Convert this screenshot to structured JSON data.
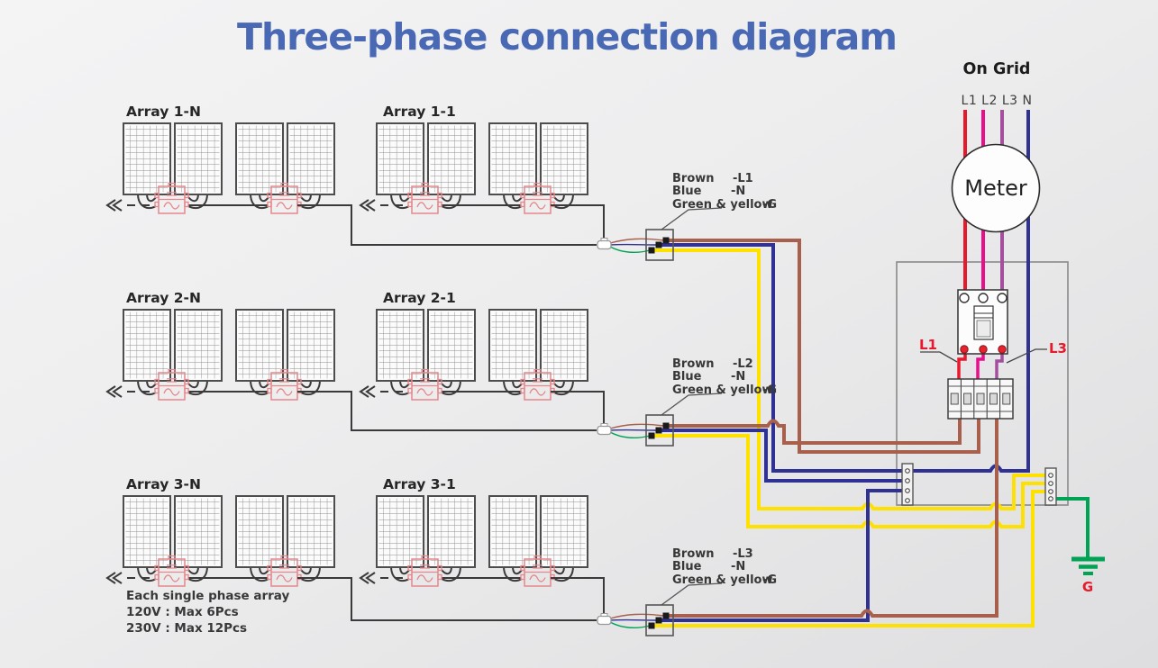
{
  "title": "Three-phase connection diagram",
  "colors": {
    "title_blue": "#4a69b4",
    "wire_red": "#e8192c",
    "wire_magenta": "#eb0d8c",
    "wire_purple": "#a44f9d",
    "wire_navy": "#2f3193",
    "wire_brown": "#a8604c",
    "wire_yellow": "#ffe100",
    "wire_green": "#00a353",
    "inverter_pink": "#e5878b",
    "diagram_line": "#3a3a3a",
    "label_red": "#e8192c"
  },
  "arrays": [
    {
      "label": "Array 1-N"
    },
    {
      "label": "Array 1-1"
    },
    {
      "label": "Array 2-N"
    },
    {
      "label": "Array 2-1"
    },
    {
      "label": "Array 3-N"
    },
    {
      "label": "Array 3-1"
    }
  ],
  "junctions": [
    {
      "wires": [
        {
          "name": "Brown",
          "code": "-L1"
        },
        {
          "name": "Blue",
          "code": "-N"
        },
        {
          "name": "Green & yellow",
          "code": "-G"
        }
      ]
    },
    {
      "wires": [
        {
          "name": "Brown",
          "code": "-L2"
        },
        {
          "name": "Blue",
          "code": "-N"
        },
        {
          "name": "Green & yellow",
          "code": "-G"
        }
      ]
    },
    {
      "wires": [
        {
          "name": "Brown",
          "code": "-L3"
        },
        {
          "name": "Blue",
          "code": "-N"
        },
        {
          "name": "Green & yellow",
          "code": "-G"
        }
      ]
    }
  ],
  "note": {
    "line1": "Each single phase array",
    "line2": "120V : Max 6Pcs",
    "line3": "230V : Max 12Pcs"
  },
  "grid": {
    "title": "On Grid",
    "phase_labels": "L1 L2 L3 N",
    "meter_label": "Meter"
  },
  "panel": {
    "l1_label": "L1",
    "l3_label": "L3"
  },
  "ground_label": "G"
}
